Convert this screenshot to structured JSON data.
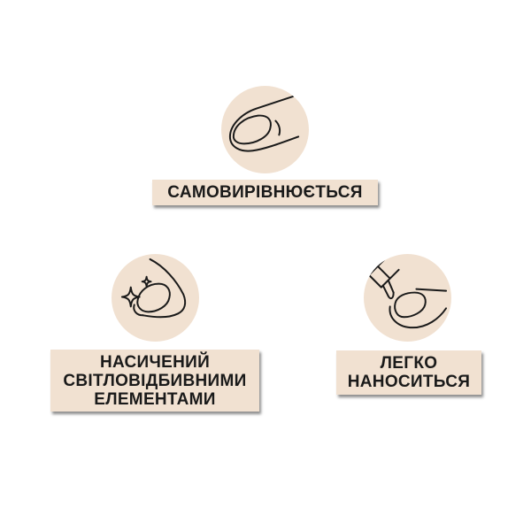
{
  "features": [
    {
      "id": "self-leveling",
      "icon": "nail-icon",
      "lines": [
        "САМОВИРІВНЮЄТЬСЯ"
      ]
    },
    {
      "id": "light-reflecting",
      "icon": "sparkle-nail-icon",
      "lines": [
        "НАСИЧЕНИЙ",
        "СВІТЛОВІДБИВНИМИ",
        "ЕЛЕМЕНТАМИ"
      ]
    },
    {
      "id": "easy-apply",
      "icon": "brush-nail-icon",
      "lines": [
        "ЛЕГКО",
        "НАНОСИТЬСЯ"
      ]
    }
  ],
  "colors": {
    "badge_bg": "#f1e1d1",
    "text": "#1a1a1a",
    "icon_stroke": "#1a1a1a"
  }
}
